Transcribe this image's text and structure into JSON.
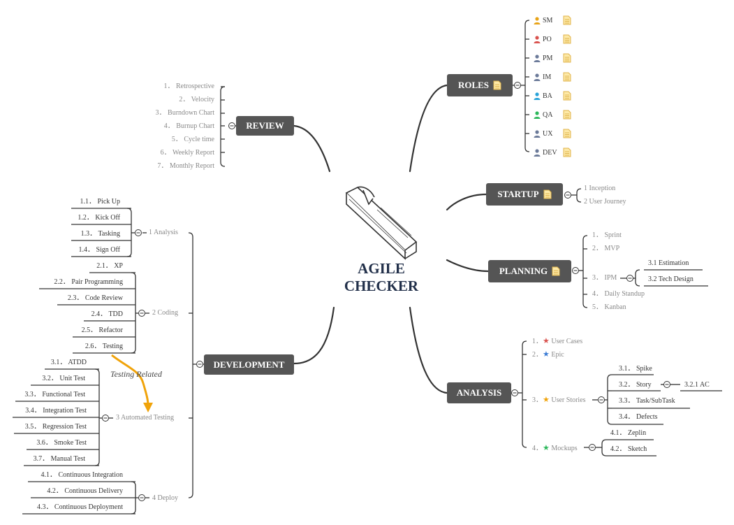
{
  "central": {
    "line1": "AGILE",
    "line2": "CHECKER"
  },
  "review": {
    "title": "REVIEW",
    "items": [
      "1． Retrospective",
      "2． Velocity",
      "3． Burndown Chart",
      "4． Burnup Chart",
      "5． Cycle time",
      "6． Weekly Report",
      "7． Monthly Report"
    ]
  },
  "roles": {
    "title": "ROLES",
    "items": [
      {
        "label": "SM",
        "color": "#e8a317"
      },
      {
        "label": "PO",
        "color": "#d9534f"
      },
      {
        "label": "PM",
        "color": "#6b7a99"
      },
      {
        "label": "IM",
        "color": "#6b7a99"
      },
      {
        "label": "BA",
        "color": "#29a3d9"
      },
      {
        "label": "QA",
        "color": "#2eb85c"
      },
      {
        "label": "UX",
        "color": "#6b7a99"
      },
      {
        "label": "DEV",
        "color": "#6b7a99"
      }
    ]
  },
  "startup": {
    "title": "STARTUP",
    "items": [
      "1  Inception",
      "2  User Journey"
    ]
  },
  "planning": {
    "title": "PLANNING",
    "items": [
      "1． Sprint",
      "2． MVP",
      "3． IPM",
      "4． Daily Standup",
      "5． Kanban"
    ],
    "ipm_children": [
      "3.1  Estimation",
      "3.2  Tech Design"
    ]
  },
  "analysis": {
    "title": "ANALYSIS",
    "items": [
      {
        "label": "1． ★ User Cases",
        "star": "#d9534f"
      },
      {
        "label": "2． ★ Epic",
        "star": "#3a7bd5"
      },
      {
        "label": "3． ★ User Stories",
        "star": "#f0a30a"
      },
      {
        "label": "4． ★ Mockups",
        "star": "#2eb85c"
      }
    ],
    "user_cases": "User Cases",
    "epic": "Epic",
    "user_stories": "User Stories",
    "mockups": "Mockups",
    "story_children": [
      "3.1． Spike",
      "3.2． Story",
      "3.3． Task/SubTask",
      "3.4． Defects"
    ],
    "story_ac": "3.2.1  AC",
    "mockup_children": [
      "4.1． Zeplin",
      "4.2． Sketch"
    ]
  },
  "development": {
    "title": "DEVELOPMENT",
    "analysis_label": "1  Analysis",
    "analysis_children": [
      "1.1． Pick Up",
      "1.2． Kick Off",
      "1.3． Tasking",
      "1.4． Sign Off"
    ],
    "coding_label": "2  Coding",
    "coding_children": [
      "2.1． XP",
      "2.2． Pair Programming",
      "2.3． Code Review",
      "2.4． TDD",
      "2.5． Refactor",
      "2.6． Testing"
    ],
    "testing_label": "3  Automated Testing",
    "testing_children": [
      "3.1． ATDD",
      "3.2． Unit Test",
      "3.3． Functional Test",
      "3.4． Integration Test",
      "3.5． Regression Test",
      "3.6． Smoke Test",
      "3.7． Manual Test"
    ],
    "deploy_label": "4  Deploy",
    "deploy_children": [
      "4.1． Continuous Integration",
      "4.2． Continuous Delivery",
      "4.3． Continuous Deployment"
    ],
    "callout": "Testing Related"
  }
}
